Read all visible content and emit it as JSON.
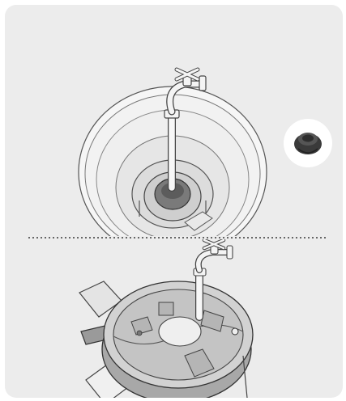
{
  "figure": {
    "top_illustration": "faucet-hose-into-drain-top-view",
    "inset_icon": "rubber-drain-plug-icon",
    "divider": "dotted",
    "bottom_illustration": "faucet-hose-into-drain-base-perspective"
  },
  "colors": {
    "panel_bg": "#ececec",
    "line": "#444444",
    "fill_light": "#f4f4f4",
    "fill_mid": "#d4d4d4",
    "fill_dark": "#8a8a8a",
    "plug": "#3a3a3a"
  }
}
